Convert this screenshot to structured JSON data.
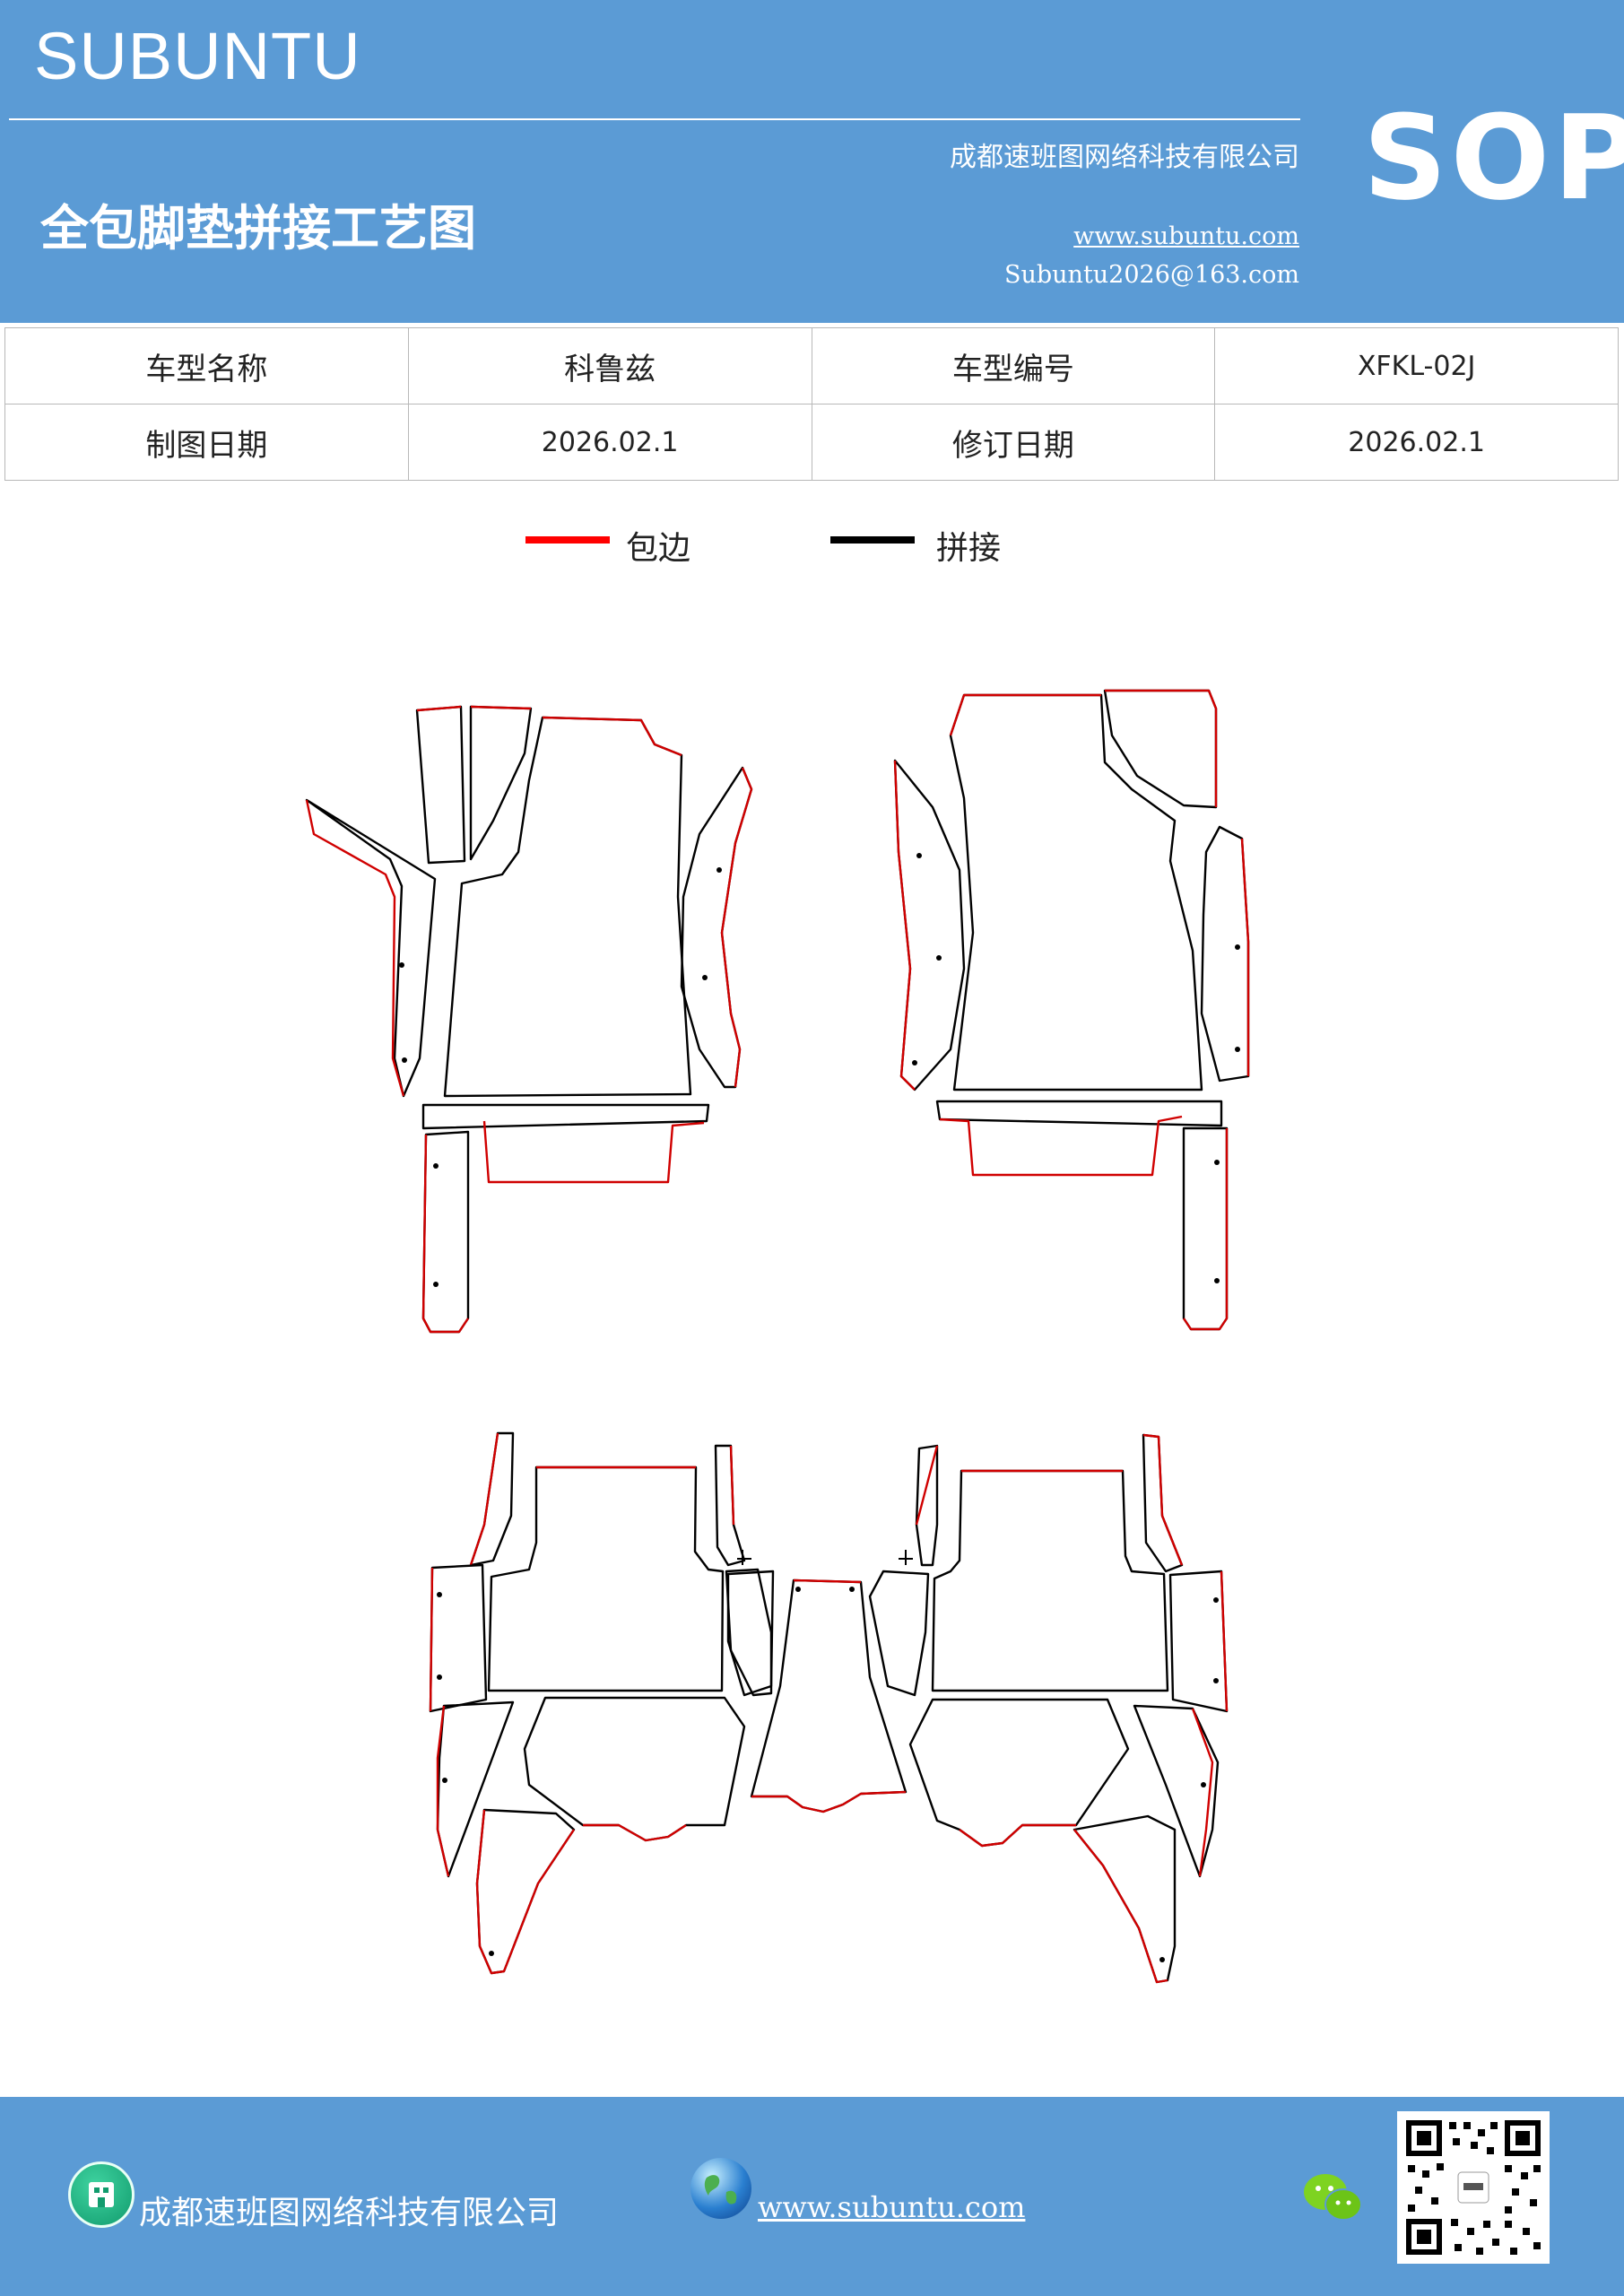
{
  "header": {
    "brand": "SUBUNTU",
    "company": "成都速班图网络科技有限公司",
    "title": "全包脚垫拼接工艺图",
    "website": "www.subuntu.com",
    "email": "Subuntu2026@163.com",
    "badge": "SOP",
    "background_color": "#5b9bd5"
  },
  "info_table": {
    "row1": {
      "label1": "车型名称",
      "value1": "科鲁兹",
      "label2": "车型编号",
      "value2": "XFKL-02J"
    },
    "row2": {
      "label1": "制图日期",
      "value1": "2026.02.1",
      "label2": "修订日期",
      "value2": "2026.02.1"
    }
  },
  "legend": {
    "edge_label": "包边",
    "edge_color": "#ff0000",
    "seam_label": "拼接",
    "seam_color": "#000000"
  },
  "footer": {
    "company": "成都速班图网络科技有限公司",
    "website": "www.subuntu.com",
    "company_icon": "building-icon",
    "globe_icon": "globe-icon",
    "wechat_icon": "wechat-icon",
    "qr_icon": "qr-code-icon"
  }
}
